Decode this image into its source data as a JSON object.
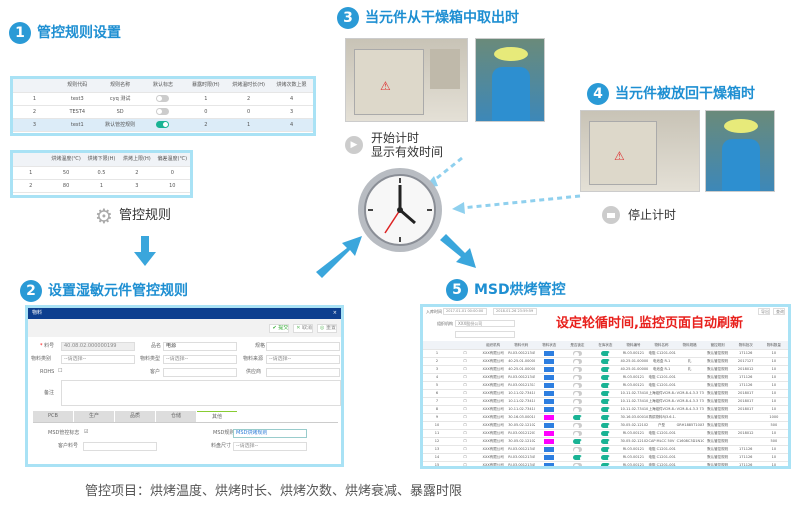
{
  "steps": [
    {
      "num": "1",
      "title": "管控规则设置"
    },
    {
      "num": "2",
      "title": "设置湿敏元件管控规则"
    },
    {
      "num": "3",
      "title": "当元件从干燥箱中取出时"
    },
    {
      "num": "4",
      "title": "当元件被放回干燥箱时"
    },
    {
      "num": "5",
      "title": "MSD烘烤管控"
    }
  ],
  "rule_table": {
    "headers": [
      "",
      "规则代码",
      "规则名称",
      "默认标志",
      "暴露时限(H)",
      "烘烤温时长(H)",
      "烘烤次数上限"
    ],
    "rows": [
      [
        "1",
        "test3",
        "cyq 测试",
        "off",
        "1",
        "2",
        "4"
      ],
      [
        "2",
        "TEST4",
        "SD",
        "off",
        "0",
        "0",
        "3"
      ],
      [
        "3",
        "test1",
        "默认管控规则",
        "on",
        "2",
        "1",
        "4"
      ]
    ]
  },
  "bake_table": {
    "headers": [
      "",
      "烘烤温度(℃)",
      "烘烤下限(H)",
      "烘烤上限(H)",
      "偏差温度(℃)"
    ],
    "rows": [
      [
        "1",
        "50",
        "0.5",
        "2",
        "0"
      ],
      [
        "2",
        "80",
        "1",
        "3",
        "10"
      ]
    ]
  },
  "rule_label": "管控规则",
  "dialog": {
    "title": "物料",
    "submit": "提交",
    "cancel": "取消",
    "reset": "重置",
    "fields": {
      "code_label": "料号",
      "code_value": "40.08.02.000000199",
      "name_label": "品名",
      "name_value": "电源",
      "spec_label": "规格",
      "cat_label": "物料类别",
      "type_label": "物料类型",
      "source_label": "物料来源",
      "select_placeholder": "--请选择--",
      "rohs_label": "ROHS",
      "customer_label": "客户",
      "supplier_label": "供应商",
      "remark_label": "备注",
      "msd_flag_label": "MSD管控标志",
      "msd_rule_label": "MSD规则",
      "msd_rule_value": "MSD烘烤规则",
      "cust_pn_label": "客户料号",
      "reel_label": "料盘尺寸"
    },
    "tabs": [
      "PCB",
      "生产",
      "品质",
      "仓储",
      "其他"
    ]
  },
  "start_text": [
    "开始计时",
    "显示有效时间"
  ],
  "stop_text": "停止计时",
  "monitor": {
    "note": "设定轮循时间,监控页面自动刷新",
    "date_label": "入库时间",
    "date_from": "2017-01-01 00:00:00",
    "date_to": "2018-01-26 23:59:59",
    "org_label": "组织机构",
    "org_value": "XXX股份公司",
    "export": "导出",
    "query": "查询",
    "headers": [
      "",
      "",
      "组织机构",
      "物料代码",
      "物料状态",
      "是否锁定",
      "在库状态",
      "物料编号",
      "物料名称",
      "物料规格",
      "管控规则",
      "物料批次",
      "物料数量"
    ],
    "rows": [
      [
        "1",
        "XXX有限公司",
        "RI.03.001213450001",
        "蓝",
        "off",
        "on",
        "RI.03.00121",
        "电阻 C1201-001-02 ...",
        "",
        "默认管控规则",
        "171126",
        "10"
      ],
      [
        "2",
        "XXX有限公司",
        "40.25.01.000000299E.05/04",
        "蓝",
        "off",
        "on",
        "40.25.01.000000299",
        "电池盒 R-1",
        "礼",
        "默认管控规则",
        "2017127",
        "10"
      ],
      [
        "3",
        "XXX有限公司",
        "40.25.01.000000299E.03.16/15...",
        "蓝",
        "off",
        "on",
        "40.25.01.000000299",
        "电池盒 R-1",
        "礼",
        "默认管控规则",
        "2018012",
        "10"
      ],
      [
        "4",
        "XXX有限公司",
        "RI.03.001213450004",
        "蓝",
        "off",
        "on",
        "RI.03.00121",
        "电阻 C1201-001-02 ...",
        "",
        "默认管控规则",
        "171126",
        "10"
      ],
      [
        "5",
        "XXX有限公司",
        "RI.03.001213130003",
        "蓝",
        "off",
        "on",
        "RI.03.00121",
        "电阻 C1201-001-02 ...",
        "",
        "默认管控规则",
        "171126",
        "10"
      ],
      [
        "6",
        "XXX有限公司",
        "10.11.02.73410247601/05/01",
        "蓝",
        "off",
        "on",
        "10.11.02.734102475",
        "上海组件VCM-8-4-...",
        "VCM-8-4-3.3 734-...",
        "默认管控规则",
        "2018017",
        "10"
      ],
      [
        "7",
        "XXX有限公司",
        "10.11.02.73410247601/05/02",
        "蓝",
        "off",
        "on",
        "10.11.02.734102475",
        "上海组件VCM-8-4-...",
        "VCM-8-4-3.3 734-...",
        "默认管控规则",
        "2018017",
        "10"
      ],
      [
        "8",
        "XXX有限公司",
        "10.11.02.73410247601/05/03",
        "蓝",
        "off",
        "on",
        "10.11.02.734102475",
        "上海组件VCM-8-4-...",
        "VCM-8-4-3.3 734-...",
        "默认管控规则",
        "2018017",
        "10"
      ],
      [
        "9",
        "XXX有限公司",
        "30.16.03.00010000100/05/001",
        "粉",
        "on",
        "on",
        "30.16.03.00010001",
        "再烘物料RJ3.6.1...",
        "",
        "默认管控规则",
        "",
        "1000"
      ],
      [
        "10",
        "XXX有限公司",
        "30.05.02.121020200/05/001",
        "蓝",
        "off",
        "on",
        "30.05.02.121020201",
        "户型",
        "GRH1885T10X320...",
        "默认管控规则",
        "",
        "500"
      ],
      [
        "11",
        "XXX有限公司",
        "RI.03.00121201801/22/02",
        "粉",
        "off",
        "on",
        "RI.03.00121",
        "电阻 C1201-001-02 ...",
        "",
        "默认管控规则",
        "2018012",
        "10"
      ],
      [
        "12",
        "XXX有限公司",
        "30.05.02.12102017890/05/001",
        "粉",
        "on",
        "on",
        "30.05.02.12102019",
        "CAP MLCC 50V 1u...",
        "C1608C3D1N102T...",
        "默认管控规则",
        "",
        "500"
      ],
      [
        "13",
        "XXX有限公司",
        "RI.03.001213450002",
        "蓝",
        "off",
        "on",
        "RI.03.00121",
        "电阻 C1201-001-02 ...",
        "",
        "默认管控规则",
        "171126",
        "10"
      ],
      [
        "14",
        "XXX有限公司",
        "RI.03.001213450003",
        "蓝",
        "on",
        "on",
        "RI.03.00121",
        "电阻 C1201-001-02 ...",
        "",
        "默认管控规则",
        "171126",
        "10"
      ],
      [
        "15",
        "XXX有限公司",
        "RI.03.001213450004",
        "蓝",
        "off",
        "on",
        "RI.03.00121",
        "电阻 C1201-001-02 ...",
        "",
        "默认管控规则",
        "171126",
        "10"
      ]
    ]
  },
  "footer": "管控项目：烘烤温度、烘烤时长、烘烤次数、烘烤衰减、暴露时限",
  "colors": {
    "accent": "#2a9ad6",
    "arrow": "#3aa6dc",
    "note": "#e8201c",
    "frame": "#a9e2f5"
  }
}
